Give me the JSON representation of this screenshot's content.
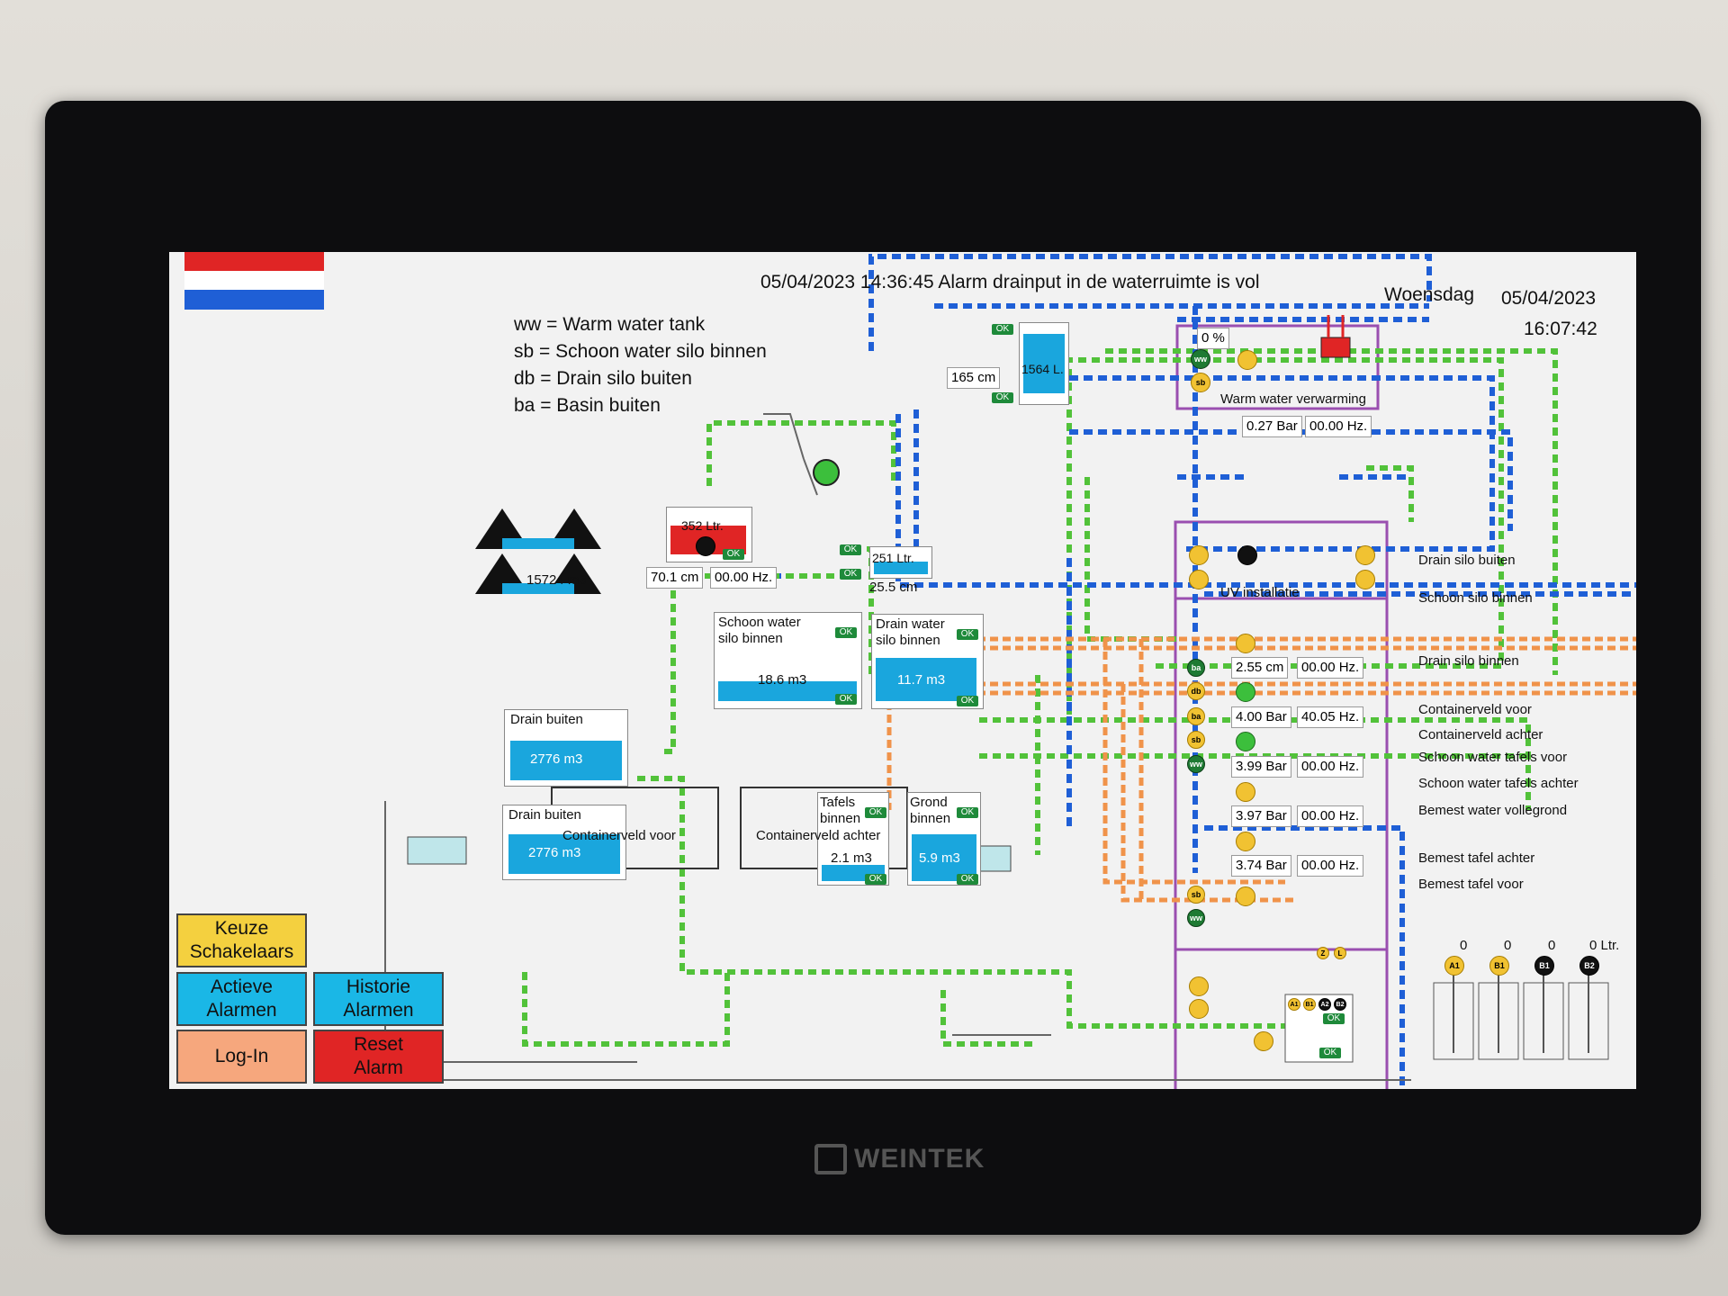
{
  "device": {
    "brand": "WEINTEK"
  },
  "header": {
    "alarm_banner": "05/04/2023 14:36:45 Alarm drainput in de waterruimte is vol",
    "weekday": "Woensdag",
    "date": "05/04/2023",
    "time": "16:07:42",
    "language_flag": "dutch-flag-icon"
  },
  "legend": [
    "ww =  Warm water tank",
    "sb = Schoon water silo binnen",
    "db = Drain silo buiten",
    "ba = Basin buiten"
  ],
  "tanks": {
    "warm_tank": {
      "level_cm": "165 cm",
      "volume": "1564 L."
    },
    "red_tank": {
      "volume": "352 Ltr.",
      "level": "70.1 cm",
      "freq": "00.00 Hz."
    },
    "small_tank": {
      "volume": "251 Ltr.",
      "level": "25.5 cm"
    },
    "basin": {
      "volume": "15724 m3"
    },
    "schoon_silo": {
      "label": "Schoon water silo binnen",
      "volume": "18.6 m3"
    },
    "drain_silo": {
      "label": "Drain water silo binnen",
      "volume": "11.7 m3"
    },
    "drain_buiten_1": {
      "label": "Drain buiten",
      "volume": "2776 m3"
    },
    "drain_buiten_2": {
      "label": "Drain buiten",
      "volume": "2776 m3"
    },
    "tafels": {
      "label": "Tafels binnen",
      "volume": "2.1 m3"
    },
    "grond": {
      "label": "Grond binnen",
      "volume": "5.9 m3"
    }
  },
  "ok": "OK",
  "fields": {
    "containerveld_voor": "Containerveld voor",
    "containerveld_achter": "Containerveld achter"
  },
  "heater": {
    "label": "Warm water verwarming",
    "percent": "0 %",
    "pressure": "0.27 Bar",
    "freq": "00.00 Hz."
  },
  "uv": {
    "label": "UV installatie"
  },
  "pumps": [
    {
      "pressure": "2.55 cm",
      "freq": "00.00 Hz."
    },
    {
      "pressure": "4.00 Bar",
      "freq": "40.05 Hz."
    },
    {
      "pressure": "3.99 Bar",
      "freq": "00.00 Hz."
    },
    {
      "pressure": "3.97 Bar",
      "freq": "00.00 Hz."
    },
    {
      "pressure": "3.74 Bar",
      "freq": "00.00 Hz."
    }
  ],
  "right_labels": [
    "Drain silo buiten",
    "Schoon silo binnen",
    "Drain silo binnen",
    "Containerveld voor",
    "Containerveld achter",
    "Schoon water tafels voor",
    "Schoon water tafels achter",
    "Bemest water vollegrond",
    "Bemest tafel achter",
    "Bemest tafel voor"
  ],
  "valve_tags": {
    "ww": "ww",
    "sb": "sb",
    "db": "db",
    "ba": "ba"
  },
  "dosing": {
    "tanks": [
      {
        "tag": "A1",
        "value": "0",
        "color": "#f1c232"
      },
      {
        "tag": "B1",
        "value": "0",
        "color": "#f1c232"
      },
      {
        "tag": "B1",
        "value": "0",
        "color": "#111111"
      },
      {
        "tag": "B2",
        "value": "0 Ltr.",
        "color": "#111111"
      }
    ],
    "mixer_tags": [
      "A1",
      "B1",
      "A2",
      "B2"
    ],
    "small_tags": [
      "Z",
      "L"
    ]
  },
  "buttons": {
    "keuze": "Keuze\nSchakelaars",
    "actieve": "Actieve\nAlarmen",
    "historie": "Historie\nAlarmen",
    "login": "Log-In",
    "reset": "Reset\nAlarm"
  },
  "colors": {
    "pipe_blue": "#1f5fd6",
    "pipe_green": "#52c23a",
    "pipe_orange": "#f0934a",
    "panel_purple": "#9a4fb0",
    "tank_fill": "#1aa6dd",
    "alarm_red": "#e02525",
    "button_yellow": "#f4d03f",
    "button_cyan": "#1ab7e6",
    "button_salmon": "#f6a77d"
  }
}
